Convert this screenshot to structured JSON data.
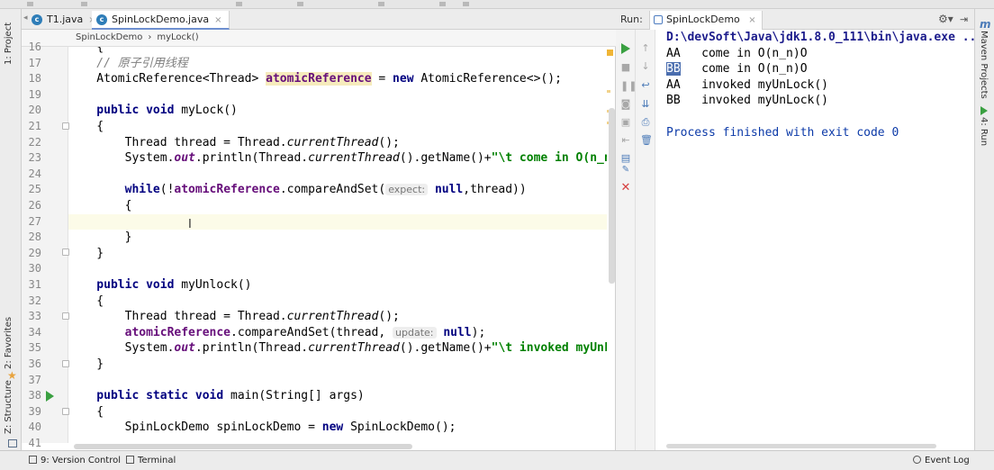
{
  "left_toolbar": {
    "project": "1: Project",
    "favorites": "2: Favorites",
    "structure": "Z: Structure"
  },
  "editor": {
    "tabs": [
      {
        "label": "T1.java",
        "icon": "java-class-icon",
        "close": "×"
      },
      {
        "label": "SpinLockDemo.java",
        "icon": "java-class-icon",
        "close": "×"
      }
    ],
    "breadcrumb": [
      "SpinLockDemo",
      "›",
      "myLock()"
    ],
    "line_numbers": [
      "16",
      "17",
      "18",
      "19",
      "20",
      "21",
      "22",
      "23",
      "24",
      "25",
      "26",
      "27",
      "28",
      "29",
      "30",
      "31",
      "32",
      "33",
      "34",
      "35",
      "36",
      "37",
      "38",
      "39",
      "40",
      "41"
    ],
    "code": {
      "l16": "    {",
      "l17_comment": "    // 原子引用线程",
      "l18_pre": "    AtomicReference<Thread> ",
      "l18_field": "atomicReference",
      "l18_mid": " = ",
      "l18_kw": "new",
      "l18_post": " AtomicReference<>();",
      "l20_kw": "    public void",
      "l20_post": " myLock()",
      "brace_open": "    {",
      "l22_pre": "        Thread thread = Thread.",
      "l22_static": "currentThread",
      "l22_post": "();",
      "l23_pre": "        System.",
      "l23_out": "out",
      "l23_mid1": ".println(Thread.",
      "l23_static": "currentThread",
      "l23_mid2": "().getName()+",
      "l23_str": "\"\\t come in O(n_n)O\"",
      "l25_kw": "        while",
      "l25_mid": "(!",
      "l25_field": "atomicReference",
      "l25_call": ".compareAndSet(",
      "l25_hint": "expect:",
      "l25_null": "null",
      "l25_post": ",thread))",
      "l26": "        {",
      "l28": "        }",
      "brace_close": "    }",
      "l31_kw": "    public void",
      "l31_post": " myUnlock()",
      "l33_pre": "        Thread thread = Thread.",
      "l33_static": "currentThread",
      "l33_post": "();",
      "l34_field": "        atomicReference",
      "l34_mid": ".compareAndSet(thread, ",
      "l34_hint": "update:",
      "l34_null": "null",
      "l34_post": ");",
      "l35_pre": "        System.",
      "l35_out": "out",
      "l35_mid1": ".println(Thread.",
      "l35_static": "currentThread",
      "l35_mid2": "().getName()+",
      "l35_str": "\"\\t invoked myUnLock()\"",
      "l38_kw": "    public static void",
      "l38_post": " main(String[] args)",
      "l40_pre": "        SpinLockDemo spinLockDemo = ",
      "l40_kw": "new",
      "l40_post": " SpinLockDemo();"
    }
  },
  "run_panel": {
    "label": "Run:",
    "tab": "SpinLockDemo",
    "tab_close": "×",
    "output": {
      "path": "D:\\devSoft\\Java\\jdk1.8.0_111\\bin\\java.exe ...",
      "l1_name": "AA",
      "l1_text": "   come in O(n_n)O",
      "l2_name": "BB",
      "l2_text": "   come in O(n_n)O",
      "l3": "AA   invoked myUnLock()",
      "l4": "BB   invoked myUnLock()",
      "finish": "Process finished with exit code 0"
    }
  },
  "right_toolbar": {
    "maven_logo": "m",
    "maven": "Maven Projects",
    "run": "4: Run"
  },
  "status_bar": {
    "version_control": "9: Version Control",
    "terminal": "Terminal",
    "event_log": "Event Log"
  },
  "colors": {
    "keyword": "#000080",
    "field": "#660e7a",
    "string": "#008000",
    "comment": "#808080",
    "current_line": "#fcfbe8",
    "selection": "#4b6eaf",
    "run_green": "#3aa041"
  }
}
